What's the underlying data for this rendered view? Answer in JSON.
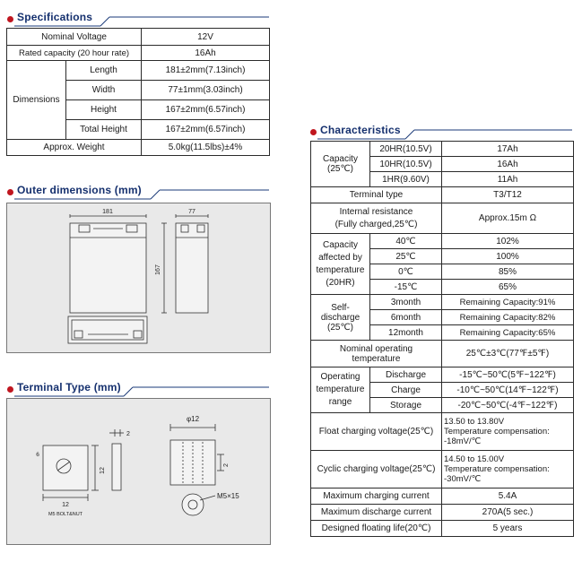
{
  "headers": {
    "specifications": "Specifications",
    "outer_dimensions": "Outer dimensions  (mm)",
    "terminal_type": "Terminal Type (mm)",
    "characteristics": "Characteristics"
  },
  "specifications": {
    "nominal_voltage": {
      "label": "Nominal Voltage",
      "value": "12V"
    },
    "rated_capacity": {
      "label": "Rated capacity (20 hour rate)",
      "value": "16Ah"
    },
    "dimensions": {
      "label": "Dimensions",
      "length": {
        "label": "Length",
        "value": "181±2mm(7.13inch)"
      },
      "width": {
        "label": "Width",
        "value": "77±1mm(3.03inch)"
      },
      "height": {
        "label": "Height",
        "value": "167±2mm(6.57inch)"
      },
      "total_height": {
        "label": "Total Height",
        "value": "167±2mm(6.57inch)"
      }
    },
    "weight": {
      "label": "Approx. Weight",
      "value": "5.0kg(11.5lbs)±4%"
    }
  },
  "outer_dimensions": {
    "length": "181",
    "width": "77",
    "height": "167"
  },
  "terminal": {
    "bolt_label": "M5  BOLT&NUT",
    "dim_12_a": "12",
    "dim_12_b": "12",
    "dim_2_a": "2",
    "dim_2_b": "2",
    "dim_6": "6",
    "phi12": "φ12",
    "m5x15": "M5×15"
  },
  "characteristics": {
    "capacity": {
      "label_1": "Capacity",
      "label_2": "(25℃)",
      "rows": [
        {
          "rate": "20HR(10.5V)",
          "value": "17Ah"
        },
        {
          "rate": "10HR(10.5V)",
          "value": "16Ah"
        },
        {
          "rate": "1HR(9.60V)",
          "value": "11Ah"
        }
      ]
    },
    "terminal_type": {
      "label": "Terminal type",
      "value": "T3/T12"
    },
    "internal_resistance": {
      "label_1": "Internal resistance",
      "label_2": "(Fully charged,25℃)",
      "value": "Approx.15m Ω"
    },
    "temp_capacity": {
      "label_1": "Capacity",
      "label_2": "affected by",
      "label_3": "temperature",
      "label_4": "(20HR)",
      "rows": [
        {
          "temp": "40℃",
          "value": "102%"
        },
        {
          "temp": "25℃",
          "value": "100%"
        },
        {
          "temp": "0℃",
          "value": "85%"
        },
        {
          "temp": "-15℃",
          "value": "65%"
        }
      ]
    },
    "self_discharge": {
      "label_1": "Self-discharge",
      "label_2": "(25℃)",
      "rows": [
        {
          "period": "3month",
          "value": "Remaining Capacity:91%"
        },
        {
          "period": "6month",
          "value": "Remaining Capacity:82%"
        },
        {
          "period": "12month",
          "value": "Remaining Capacity:65%"
        }
      ]
    },
    "nominal_operating": {
      "label_1": "Nominal operating",
      "label_2": "temperature",
      "value": "25℃±3℃(77℉±5℉)"
    },
    "operating_range": {
      "label_1": "Operating",
      "label_2": "temperature",
      "label_3": "range",
      "rows": [
        {
          "mode": "Discharge",
          "value": "-15℃~50℃(5℉~122℉)"
        },
        {
          "mode": "Charge",
          "value": "-10℃~50℃(14℉~122℉)"
        },
        {
          "mode": "Storage",
          "value": "-20℃~50℃(-4℉~122℉)"
        }
      ]
    },
    "float_charging": {
      "label": "Float charging voltage(25℃)",
      "line_1": "13.50 to 13.80V",
      "line_2": "Temperature compensation:",
      "line_3": "-18mV/℃"
    },
    "cyclic_charging": {
      "label": "Cyclic charging voltage(25℃)",
      "line_1": "14.50 to 15.00V",
      "line_2": "Temperature compensation:",
      "line_3": "-30mV/℃"
    },
    "max_charging_current": {
      "label": "Maximum charging current",
      "value": "5.4A"
    },
    "max_discharge_current": {
      "label": "Maximum discharge current",
      "value": "270A(5 sec.)"
    },
    "design_life": {
      "label": "Designed floating life(20℃)",
      "value": "5 years"
    }
  }
}
